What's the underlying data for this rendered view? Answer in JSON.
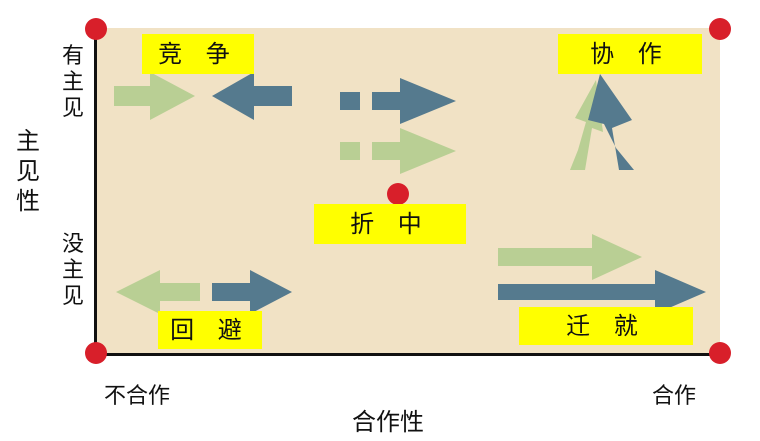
{
  "modes": {
    "competition": "竞 争",
    "collaboration": "协 作",
    "compromise": "折 中",
    "avoidance": "回 避",
    "accommodation": "迁 就"
  },
  "axes": {
    "y_label": "主见性",
    "y_top": "有主见",
    "y_bottom": "没主见",
    "x_label": "合作性",
    "x_left": "不合作",
    "x_right": "合作"
  },
  "colors": {
    "background": "#f1e2c5",
    "highlight": "#ffff00",
    "arrow_blue": "#557a8e",
    "arrow_green": "#b9cf94",
    "dot": "#d81f2a"
  }
}
